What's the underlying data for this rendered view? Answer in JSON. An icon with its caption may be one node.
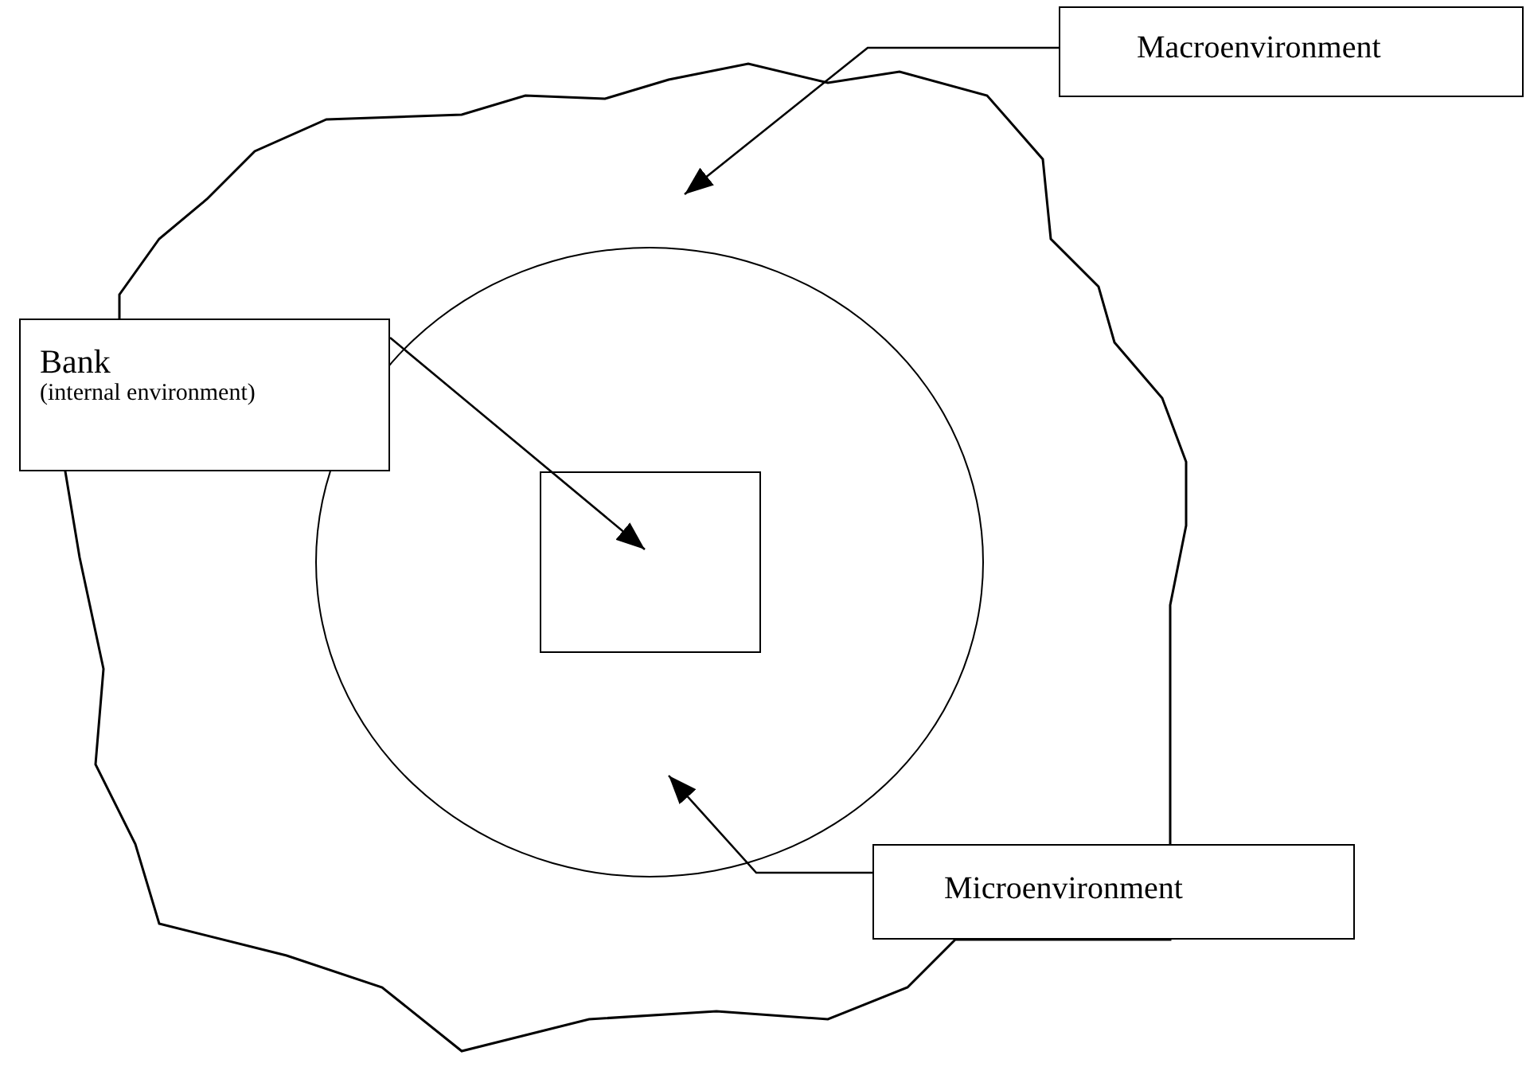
{
  "diagram": {
    "nodes": [
      {
        "text": [],
        "shape": "cloud"
      },
      {
        "text": [],
        "shape": "circle",
        "in": 0
      },
      {
        "text": [],
        "shape": "box",
        "in": 1
      },
      {
        "text": [
          "Macroenvironment"
        ]
      },
      {
        "text": [
          "Bank",
          "(internal environment)"
        ]
      },
      {
        "text": [
          "Microenvironment"
        ]
      }
    ],
    "edges": [
      {
        "from": 3,
        "to": 0,
        "arrow": "to"
      },
      {
        "from": 4,
        "to": 2,
        "arrow": "to"
      },
      {
        "from": 5,
        "to": 1,
        "arrow": "to"
      }
    ]
  }
}
